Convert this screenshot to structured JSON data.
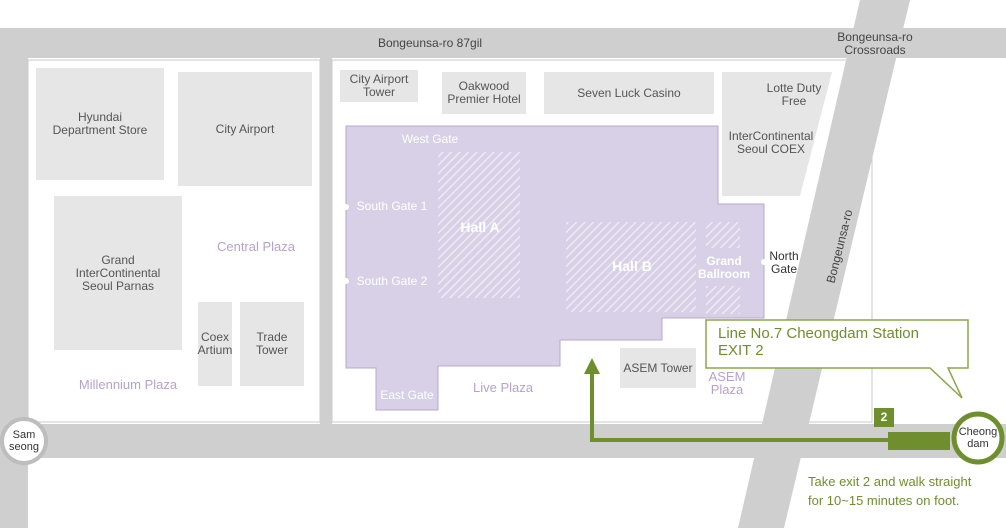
{
  "map": {
    "colors": {
      "road": "#cfcfcf",
      "road_edge": "#b5b5b5",
      "building": "#e6e6e6",
      "coex": "#d8d0e6",
      "coex_edge": "#b7a8cf",
      "hall_hatch": "#e8e2f0",
      "plaza_text": "#b7a2cf",
      "route": "#6f8f2e"
    },
    "roads": {
      "top": "Bongeunsa-ro 87gil",
      "diagonal": "Bongeunsa-ro",
      "crossroads": "Bongeunsa-ro\nCrossroads"
    },
    "buildings": {
      "hyundai": "Hyundai\nDepartment Store",
      "city_airport": "City Airport",
      "grand_ic": "Grand\nInterContinental\nSeoul Parnas",
      "coex_artium": "Coex\nArtium",
      "trade_tower": "Trade\nTower",
      "city_airport_tower": "City Airport\nTower",
      "oakwood": "Oakwood\nPremier Hotel",
      "seven_luck": "Seven Luck Casino",
      "lotte": "Lotte Duty\nFree",
      "ic_coex": "InterContinental\nSeoul COEX",
      "asem_tower": "ASEM Tower"
    },
    "plazas": {
      "central": "Central Plaza",
      "millennium": "Millennium Plaza",
      "live": "Live Plaza",
      "asem": "ASEM\nPlaza"
    },
    "halls": {
      "hall_a": "Hall A",
      "hall_b": "Hall B",
      "grand_ballroom": "Grand\nBallroom"
    },
    "gates": {
      "west": "West Gate",
      "south1": "South Gate 1",
      "south2": "South Gate 2",
      "east": "East Gate",
      "north": "North\nGate"
    },
    "stations": {
      "samseong": "Sam\nseong",
      "cheongdam": "Cheong\ndam"
    },
    "callout": "Line No.7 Cheongdam Station\nEXIT 2",
    "exit_number": "2",
    "instructions": "Take exit 2 and walk straight\nfor 10~15 minutes on foot."
  }
}
